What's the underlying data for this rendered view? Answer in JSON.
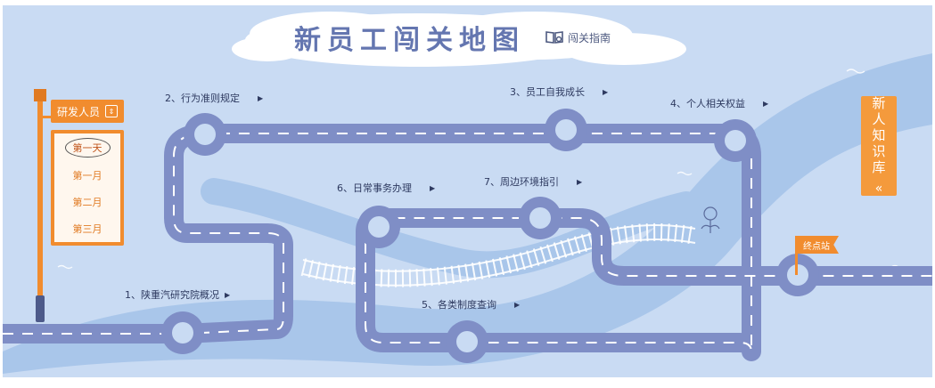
{
  "title": "新员工闯关地图",
  "guide_label": "闯关指南",
  "role": {
    "selected": "研发人员"
  },
  "phases": {
    "items": [
      "第一天",
      "第一月",
      "第二月",
      "第三月"
    ],
    "active_index": 0
  },
  "stations": [
    {
      "label": "1、陕重汽研究院概况"
    },
    {
      "label": "2、行为准则规定"
    },
    {
      "label": "3、员工自我成长"
    },
    {
      "label": "4、个人相关权益"
    },
    {
      "label": "5、各类制度查询"
    },
    {
      "label": "6、日常事务办理"
    },
    {
      "label": "7、周边环境指引"
    }
  ],
  "terminal_label": "终点站",
  "knowledge": {
    "chars": [
      "新",
      "人",
      "知",
      "识",
      "库"
    ],
    "toggle": "«"
  },
  "colors": {
    "sky": "#c9dbf3",
    "river": "#a9c6ea",
    "road": "#7f8ec6",
    "accent": "#f18c2e"
  }
}
